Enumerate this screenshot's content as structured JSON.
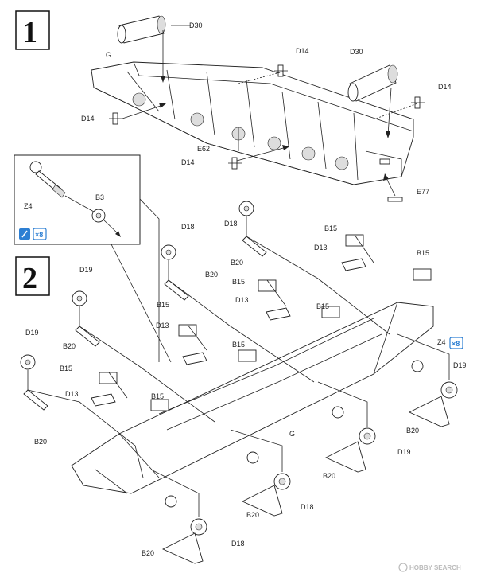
{
  "steps": [
    "1",
    "2"
  ],
  "step1_labels": {
    "D30_a": "D30",
    "G": "G",
    "D14_a": "D14",
    "D30_b": "D30",
    "D14_b": "D14",
    "D14_c": "D14",
    "E62": "E62",
    "D14_d": "D14",
    "E77": "E77"
  },
  "inset": {
    "Z4": "Z4",
    "B3": "B3",
    "qty": "×8"
  },
  "step2_labels": {
    "D18_a": "D18",
    "D18_b": "D18",
    "B15_a": "B15",
    "D13_a": "D13",
    "B15_b": "B15",
    "B20_a": "B20",
    "B20_b": "B20",
    "B15_c": "B15",
    "D13_b": "D13",
    "B15_d": "B15",
    "D19_a": "D19",
    "B15_e": "B15",
    "D13_c": "D13",
    "B15_f": "B15",
    "Z4": "Z4",
    "D19_b": "D19",
    "B20_c": "B20",
    "B15_g": "B15",
    "D13_d": "D13",
    "B15_h": "B15",
    "G": "G",
    "B20_d": "B20",
    "D19_c": "D19",
    "B20_e": "B20",
    "D18_c": "D18",
    "B20_f": "B20",
    "D18_d": "D18",
    "B20_g": "B20",
    "B20_h": "B20",
    "D19_d": "D19",
    "qty": "×8"
  },
  "watermark": "HOBBY SEARCH"
}
